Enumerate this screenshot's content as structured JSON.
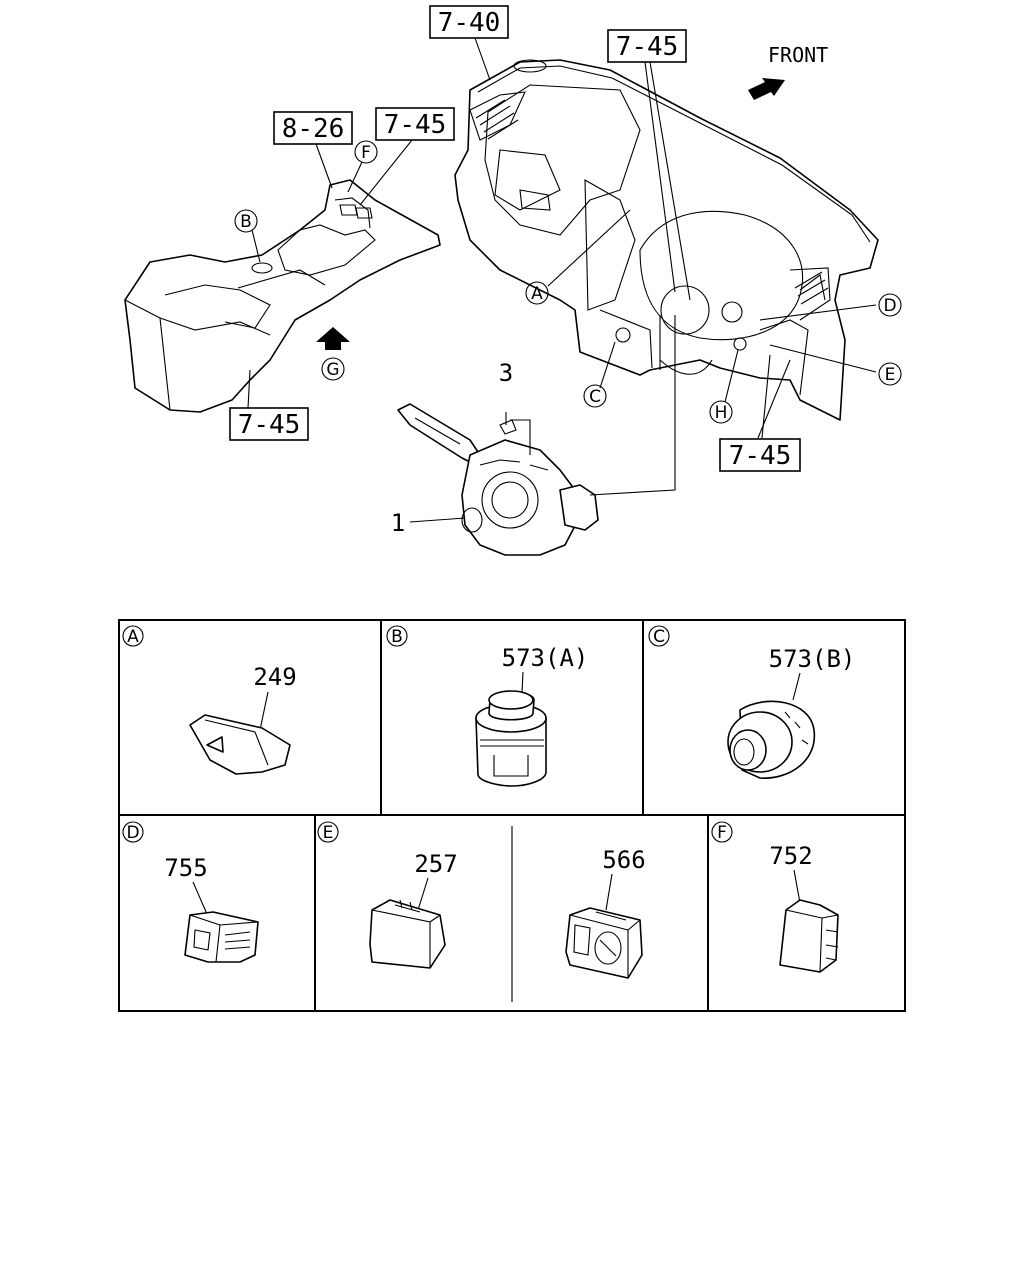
{
  "main_view": {
    "front_label": "FRONT",
    "ref_boxes": [
      "7-40",
      "7-45",
      "8-26",
      "7-45",
      "7-45",
      "7-45"
    ],
    "callouts": [
      "A",
      "B",
      "C",
      "D",
      "E",
      "F",
      "G",
      "H"
    ],
    "part_numbers": [
      "3",
      "1"
    ]
  },
  "detail_panels": [
    {
      "letter": "A",
      "part": "249"
    },
    {
      "letter": "B",
      "part": "573(A)"
    },
    {
      "letter": "C",
      "part": "573(B)"
    },
    {
      "letter": "D",
      "part": "755"
    },
    {
      "letter": "E",
      "part": "257"
    },
    {
      "letter": "E",
      "part": "566"
    },
    {
      "letter": "F",
      "part": "752"
    }
  ],
  "icons": [
    "front-arrow-icon",
    "view-arrow-icon"
  ]
}
